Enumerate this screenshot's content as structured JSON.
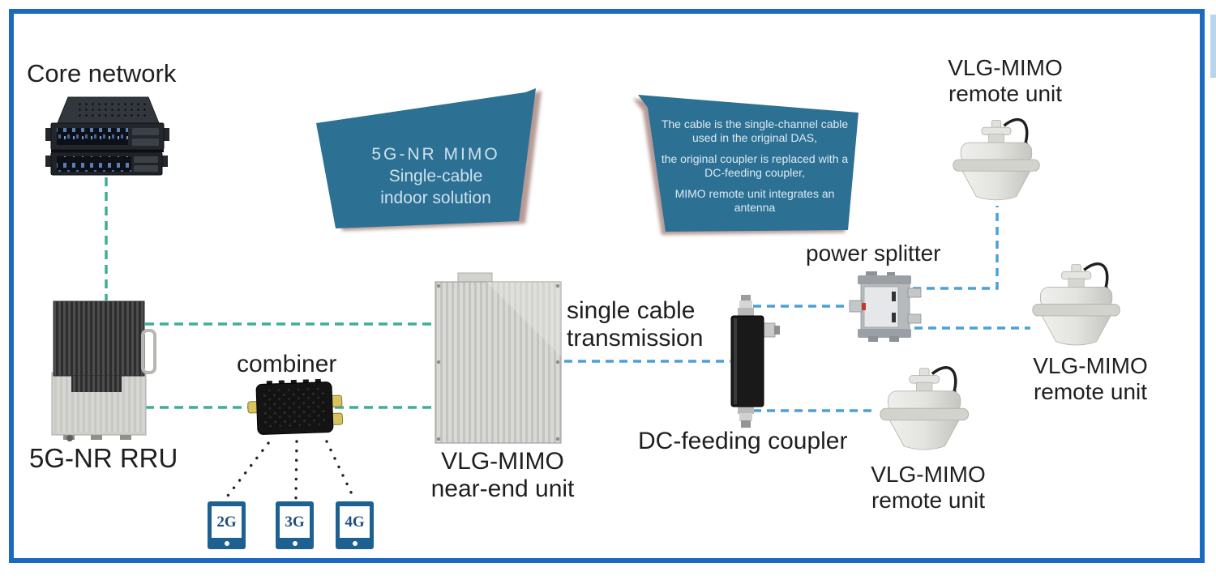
{
  "diagram": {
    "title_context": "5G-NR MIMO single-cable indoor DAS solution diagram",
    "nodes": {
      "core_network": "Core network",
      "rru": "5G-NR RRU",
      "combiner": "combiner",
      "near_end_unit": {
        "line1": "VLG-MIMO",
        "line2": "near-end unit"
      },
      "transmission": {
        "line1": "single cable",
        "line2": "transmission"
      },
      "dc_coupler": "DC-feeding coupler",
      "power_splitter": "power splitter",
      "remote_unit_top": {
        "line1": "VLG-MIMO",
        "line2": "remote unit"
      },
      "remote_unit_right": {
        "line1": "VLG-MIMO",
        "line2": "remote unit"
      },
      "remote_unit_bottom": {
        "line1": "VLG-MIMO",
        "line2": "remote unit"
      },
      "legacy_devices": [
        "2G",
        "3G",
        "4G"
      ]
    },
    "callouts": {
      "solution": {
        "line1": "5G-NR MIMO",
        "line2": "Single-cable",
        "line3": "indoor solution"
      },
      "note": {
        "p1": "The cable is the single-channel cable used in the original DAS,",
        "p2": "the original coupler is replaced with a DC-feeding coupler,",
        "p3": "MIMO remote unit integrates an antenna"
      }
    },
    "colors": {
      "frame_border": "#1a6bbf",
      "callout_fill": "#2c7093",
      "teal_link": "#3fae94",
      "blue_link": "#4ba0d8",
      "device_blue": "#1c6191",
      "phone_label_color": "#1c4f80"
    }
  }
}
